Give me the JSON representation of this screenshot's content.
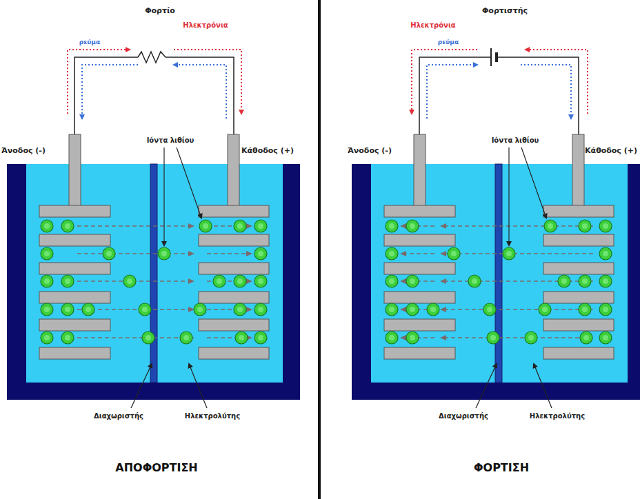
{
  "diagram": {
    "labels": [
      "Φορτίο",
      "Ηλεκτρόνια",
      "ρεύμα",
      "Ιόντα λιθίου",
      "Άνοδος (-)",
      "Κάθοδος (+)",
      "Διαχωριστής",
      "Ηλεκτρολύτης",
      "ΑΠΟΦΟΡΤΙΣΗ",
      "Φορτιστής",
      "Ηλεκτρόνια",
      "ρεύμα",
      "Ιόντα λιθίου",
      "Άνοδος (-)",
      "Κάθοδος (+)",
      "Διαχωριστής",
      "Ηλεκτρολύτης",
      "ΦΟΡΤΙΣΗ"
    ]
  }
}
